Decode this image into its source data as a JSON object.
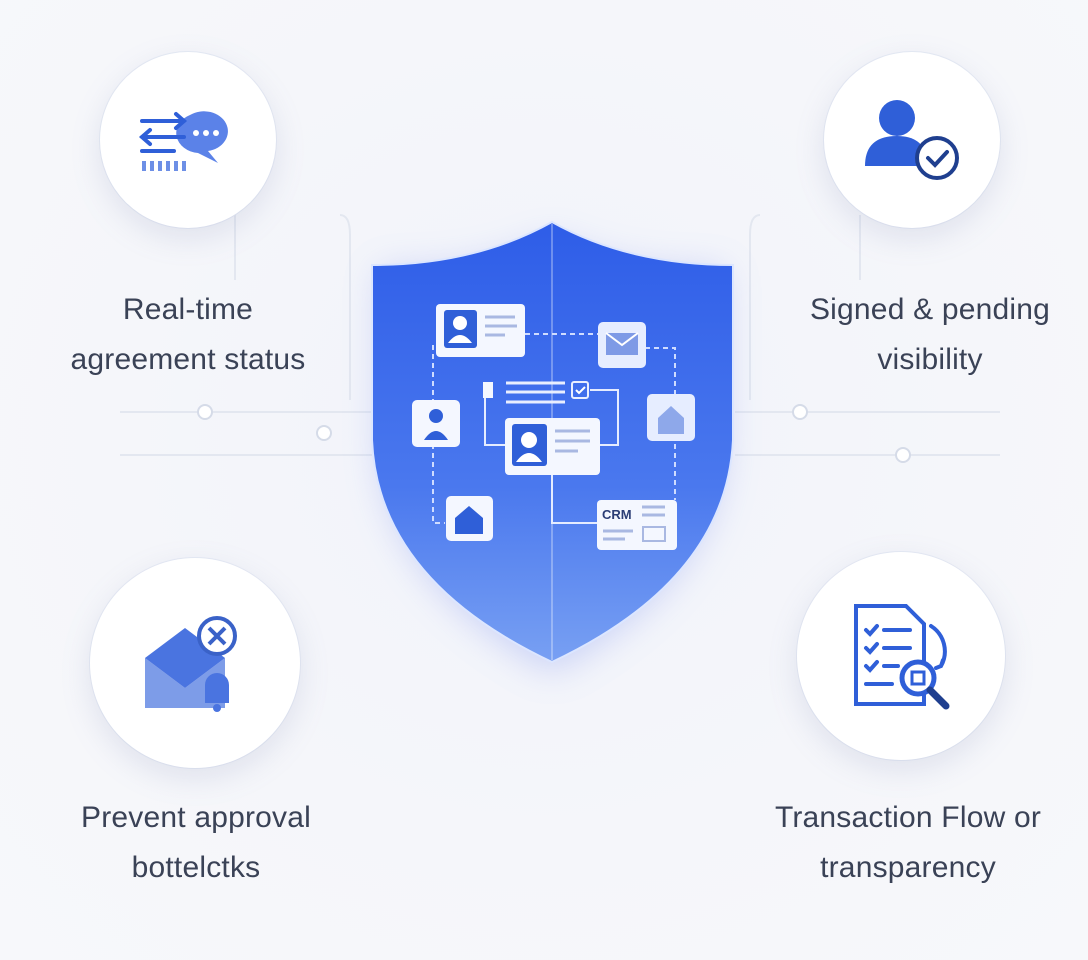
{
  "features": [
    {
      "id": "realtime",
      "lines": [
        "Real-time",
        "agreement status"
      ],
      "icon": "chat-transfer-icon"
    },
    {
      "id": "signed",
      "lines": [
        "Signed & pending",
        "visibility"
      ],
      "icon": "user-check-icon"
    },
    {
      "id": "prevent",
      "lines": [
        "Prevent approval",
        "bottelctks"
      ],
      "icon": "mail-bell-cancel-icon"
    },
    {
      "id": "transaction",
      "lines": [
        "Transaction Flow or",
        "transparency"
      ],
      "icon": "document-search-icon"
    }
  ],
  "shield": {
    "crm_label": "CRM",
    "icon": "shield-icon"
  },
  "colors": {
    "accent": "#3b66e6",
    "shield_top": "#2f5fe8",
    "shield_bottom": "#6d97f2",
    "text": "#3a4256"
  }
}
